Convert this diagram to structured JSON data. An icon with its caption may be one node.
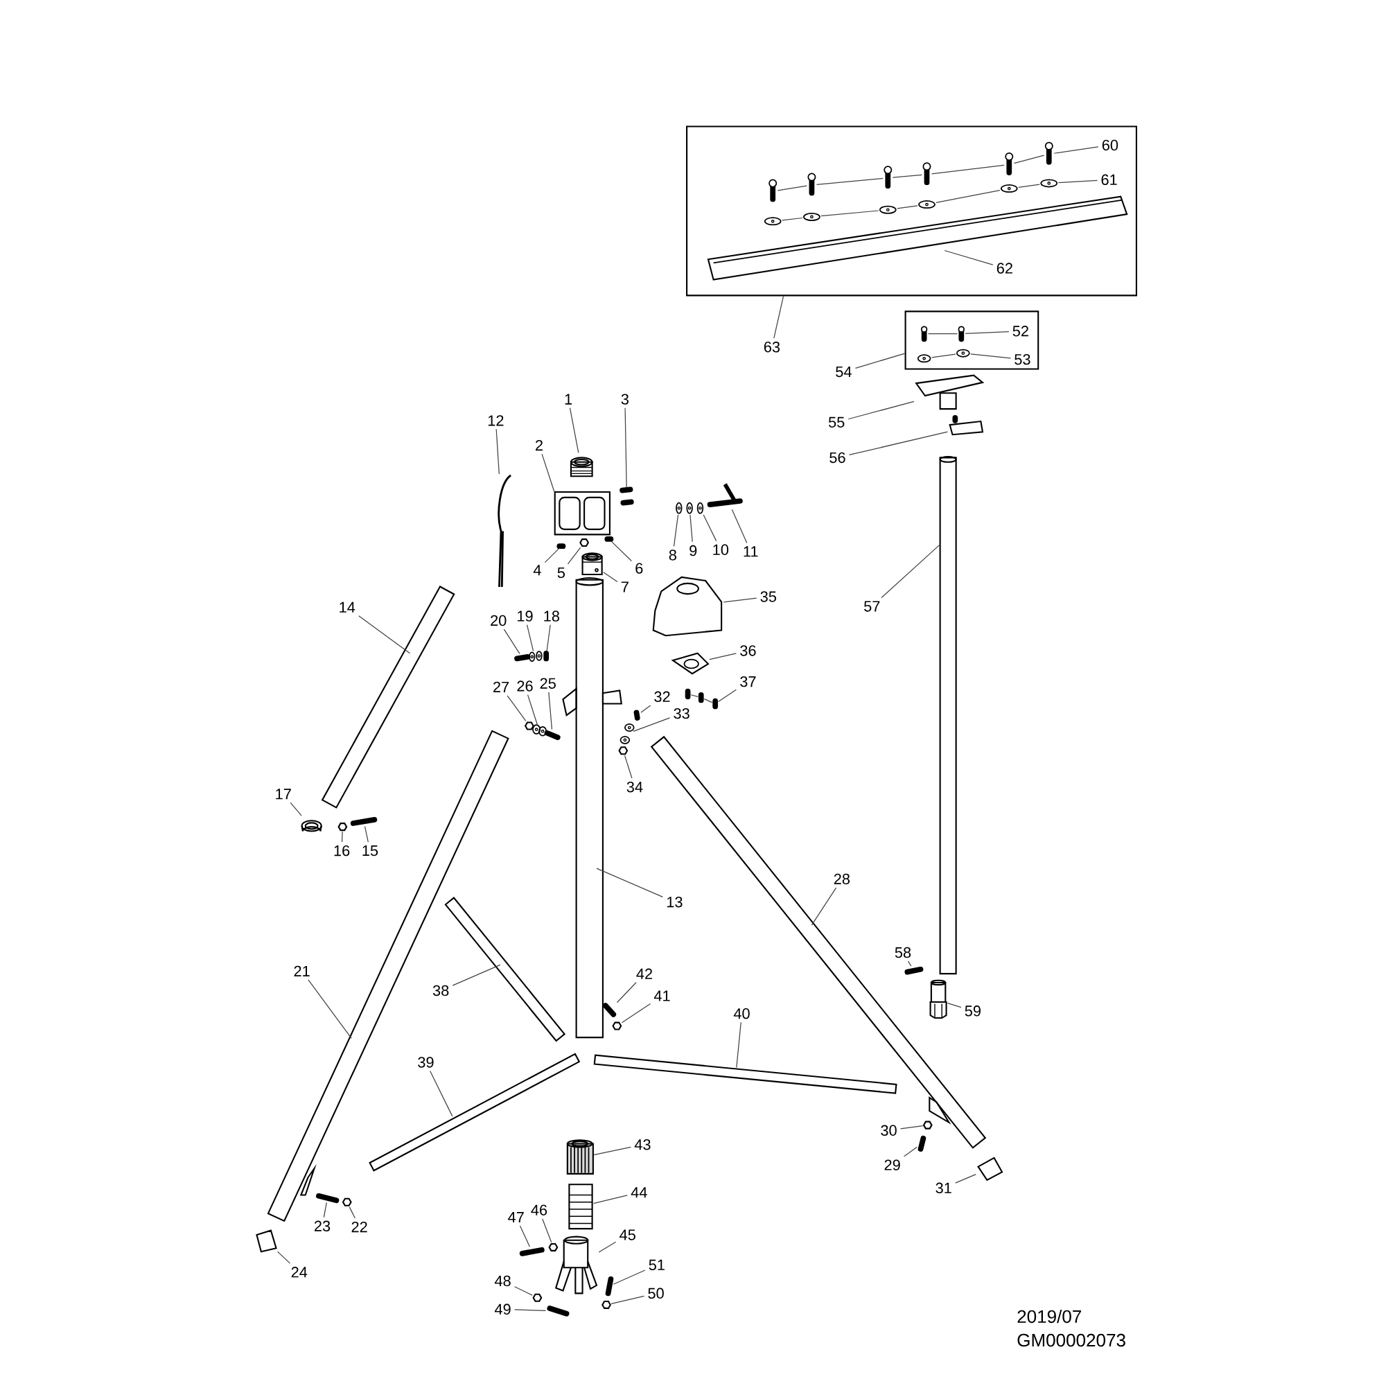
{
  "diagram": {
    "nodes": [
      {
        "text": [],
        "shape": "box"
      },
      {
        "text": [],
        "shape": "box"
      },
      {
        "text": [],
        "shape": "box"
      },
      {
        "text": [
          "1"
        ]
      },
      {
        "text": [
          "2"
        ]
      },
      {
        "text": [
          "3"
        ]
      },
      {
        "text": [
          "4"
        ]
      },
      {
        "text": [
          "5"
        ]
      },
      {
        "text": [
          "6"
        ]
      },
      {
        "text": [
          "7"
        ]
      },
      {
        "text": [
          "8"
        ]
      },
      {
        "text": [
          "9"
        ]
      },
      {
        "text": [
          "10"
        ]
      },
      {
        "text": [
          "11"
        ]
      },
      {
        "text": [
          "12"
        ]
      },
      {
        "text": [
          "13"
        ]
      },
      {
        "text": [
          "14"
        ]
      },
      {
        "text": [
          "15"
        ]
      },
      {
        "text": [
          "16"
        ]
      },
      {
        "text": [
          "17"
        ]
      },
      {
        "text": [
          "18"
        ]
      },
      {
        "text": [
          "19"
        ]
      },
      {
        "text": [
          "20"
        ]
      },
      {
        "text": [
          "21"
        ]
      },
      {
        "text": [
          "22"
        ]
      },
      {
        "text": [
          "23"
        ]
      },
      {
        "text": [
          "24"
        ]
      },
      {
        "text": [
          "25"
        ]
      },
      {
        "text": [
          "26"
        ]
      },
      {
        "text": [
          "27"
        ]
      },
      {
        "text": [
          "28"
        ]
      },
      {
        "text": [
          "29"
        ]
      },
      {
        "text": [
          "30"
        ]
      },
      {
        "text": [
          "31"
        ]
      },
      {
        "text": [
          "32"
        ]
      },
      {
        "text": [
          "33"
        ]
      },
      {
        "text": [
          "34"
        ]
      },
      {
        "text": [
          "35"
        ]
      },
      {
        "text": [
          "36"
        ]
      },
      {
        "text": [
          "37"
        ]
      },
      {
        "text": [
          "38"
        ]
      },
      {
        "text": [
          "39"
        ]
      },
      {
        "text": [
          "40"
        ]
      },
      {
        "text": [
          "41"
        ]
      },
      {
        "text": [
          "42"
        ]
      },
      {
        "text": [
          "43"
        ]
      },
      {
        "text": [
          "44"
        ]
      },
      {
        "text": [
          "45"
        ]
      },
      {
        "text": [
          "46"
        ]
      },
      {
        "text": [
          "47"
        ]
      },
      {
        "text": [
          "48"
        ]
      },
      {
        "text": [
          "49"
        ]
      },
      {
        "text": [
          "50"
        ]
      },
      {
        "text": [
          "51"
        ]
      },
      {
        "text": [
          "52"
        ],
        "in": 1
      },
      {
        "text": [
          "53"
        ],
        "in": 1
      },
      {
        "text": [
          "54"
        ]
      },
      {
        "text": [
          "55"
        ]
      },
      {
        "text": [
          "56"
        ]
      },
      {
        "text": [
          "57"
        ]
      },
      {
        "text": [
          "58"
        ]
      },
      {
        "text": [
          "59"
        ]
      },
      {
        "text": [
          "60"
        ],
        "in": 0
      },
      {
        "text": [
          "61"
        ],
        "in": 0
      },
      {
        "text": [
          "62"
        ],
        "in": 0
      },
      {
        "text": [
          "63"
        ]
      },
      {
        "text": [],
        "shape": "picture"
      },
      {
        "text": [],
        "shape": "picture"
      },
      {
        "text": [],
        "shape": "picture"
      },
      {
        "text": [],
        "shape": "picture"
      },
      {
        "text": [],
        "shape": "picture"
      },
      {
        "text": [],
        "shape": "picture"
      },
      {
        "text": [],
        "shape": "picture"
      },
      {
        "text": [],
        "shape": "picture"
      },
      {
        "text": [],
        "shape": "picture"
      },
      {
        "text": [],
        "shape": "picture"
      },
      {
        "text": [],
        "shape": "picture"
      },
      {
        "text": [],
        "shape": "picture"
      },
      {
        "text": [],
        "shape": "picture"
      },
      {
        "text": [],
        "shape": "picture"
      },
      {
        "text": [],
        "shape": "picture"
      },
      {
        "text": [],
        "shape": "picture"
      },
      {
        "text": [],
        "shape": "picture"
      },
      {
        "text": [],
        "shape": "picture"
      },
      {
        "text": [],
        "shape": "picture"
      },
      {
        "text": [],
        "shape": "picture"
      },
      {
        "text": [],
        "shape": "picture"
      },
      {
        "text": [],
        "shape": "picture"
      },
      {
        "text": [],
        "shape": "picture"
      },
      {
        "text": [],
        "shape": "picture"
      },
      {
        "text": [],
        "shape": "picture"
      },
      {
        "text": [],
        "shape": "picture"
      },
      {
        "text": [],
        "shape": "picture"
      },
      {
        "text": [],
        "shape": "picture"
      },
      {
        "text": [],
        "shape": "picture"
      },
      {
        "text": [],
        "shape": "picture"
      },
      {
        "text": [],
        "shape": "picture"
      },
      {
        "text": [],
        "shape": "picture"
      },
      {
        "text": [],
        "shape": "picture"
      },
      {
        "text": [],
        "shape": "picture"
      },
      {
        "text": [],
        "shape": "picture"
      },
      {
        "text": [],
        "shape": "picture"
      },
      {
        "text": [],
        "shape": "picture"
      },
      {
        "text": [],
        "shape": "picture"
      },
      {
        "text": [],
        "shape": "picture"
      },
      {
        "text": [],
        "shape": "picture"
      },
      {
        "text": [],
        "shape": "picture"
      },
      {
        "text": [],
        "shape": "picture"
      },
      {
        "text": [],
        "shape": "picture"
      },
      {
        "text": [],
        "shape": "picture"
      },
      {
        "text": [],
        "shape": "picture"
      },
      {
        "text": [],
        "shape": "picture",
        "in": 1
      },
      {
        "text": [],
        "shape": "picture",
        "in": 1
      },
      {
        "text": [],
        "shape": "picture",
        "in": 1
      },
      {
        "text": [],
        "shape": "picture",
        "in": 1
      },
      {
        "text": [],
        "shape": "picture"
      },
      {
        "text": [],
        "shape": "picture"
      },
      {
        "text": [],
        "shape": "picture"
      },
      {
        "text": [],
        "shape": "picture"
      },
      {
        "text": [],
        "shape": "picture",
        "in": 0
      },
      {
        "text": [],
        "shape": "picture",
        "in": 0
      },
      {
        "text": [],
        "shape": "picture",
        "in": 0
      },
      {
        "text": [],
        "shape": "picture",
        "in": 0
      },
      {
        "text": [],
        "shape": "picture",
        "in": 0
      },
      {
        "text": [],
        "shape": "picture",
        "in": 0
      },
      {
        "text": [],
        "shape": "picture",
        "in": 0
      },
      {
        "text": [],
        "shape": "picture",
        "in": 0
      },
      {
        "text": [],
        "shape": "picture",
        "in": 0
      },
      {
        "text": [],
        "shape": "picture",
        "in": 0
      },
      {
        "text": [],
        "shape": "picture",
        "in": 0
      },
      {
        "text": [],
        "shape": "picture",
        "in": 0
      }
    ],
    "edges": [
      {
        "from": 3,
        "to": 66,
        "arrow": "none"
      },
      {
        "from": 4,
        "to": 2,
        "arrow": "none"
      },
      {
        "from": 5,
        "to": 67,
        "arrow": "none"
      },
      {
        "from": 6,
        "to": 68,
        "arrow": "none"
      },
      {
        "from": 7,
        "to": 69,
        "arrow": "none"
      },
      {
        "from": 8,
        "to": 70,
        "arrow": "none"
      },
      {
        "from": 9,
        "to": 71,
        "arrow": "none"
      },
      {
        "from": 10,
        "to": 72,
        "arrow": "none"
      },
      {
        "from": 11,
        "to": 73,
        "arrow": "none"
      },
      {
        "from": 12,
        "to": 74,
        "arrow": "none"
      },
      {
        "from": 13,
        "to": 75,
        "arrow": "none"
      },
      {
        "from": 14,
        "to": 76,
        "arrow": "none"
      },
      {
        "from": 15,
        "to": null,
        "arrow": "none"
      },
      {
        "from": 16,
        "to": null,
        "arrow": "none"
      },
      {
        "from": 17,
        "to": 77,
        "arrow": "none"
      },
      {
        "from": 18,
        "to": 78,
        "arrow": "none"
      },
      {
        "from": 19,
        "to": 79,
        "arrow": "none"
      },
      {
        "from": 20,
        "to": 80,
        "arrow": "none"
      },
      {
        "from": 21,
        "to": 81,
        "arrow": "none"
      },
      {
        "from": 22,
        "to": 82,
        "arrow": "none"
      },
      {
        "from": 23,
        "to": null,
        "arrow": "none"
      },
      {
        "from": 24,
        "to": 83,
        "arrow": "none"
      },
      {
        "from": 25,
        "to": 84,
        "arrow": "none"
      },
      {
        "from": 26,
        "to": 85,
        "arrow": "none"
      },
      {
        "from": 27,
        "to": 86,
        "arrow": "none"
      },
      {
        "from": 28,
        "to": 87,
        "arrow": "none"
      },
      {
        "from": 29,
        "to": 88,
        "arrow": "none"
      },
      {
        "from": 30,
        "to": null,
        "arrow": "none"
      },
      {
        "from": 31,
        "to": 89,
        "arrow": "none"
      },
      {
        "from": 32,
        "to": 90,
        "arrow": "none"
      },
      {
        "from": 33,
        "to": 91,
        "arrow": "none"
      },
      {
        "from": 34,
        "to": 92,
        "arrow": "none"
      },
      {
        "from": 35,
        "to": 93,
        "arrow": "none"
      },
      {
        "from": 36,
        "to": 94,
        "arrow": "none"
      },
      {
        "from": 37,
        "to": 95,
        "arrow": "none"
      },
      {
        "from": 38,
        "to": 96,
        "arrow": "none"
      },
      {
        "from": 39,
        "to": 97,
        "arrow": "none"
      },
      {
        "from": 40,
        "to": null,
        "arrow": "none"
      },
      {
        "from": 41,
        "to": null,
        "arrow": "none"
      },
      {
        "from": 42,
        "to": null,
        "arrow": "none"
      },
      {
        "from": 43,
        "to": 100,
        "arrow": "none"
      },
      {
        "from": 44,
        "to": 101,
        "arrow": "none"
      },
      {
        "from": 45,
        "to": 102,
        "arrow": "none"
      },
      {
        "from": 46,
        "to": 103,
        "arrow": "none"
      },
      {
        "from": 47,
        "to": 104,
        "arrow": "none"
      },
      {
        "from": 48,
        "to": 105,
        "arrow": "none"
      },
      {
        "from": 49,
        "to": 106,
        "arrow": "none"
      },
      {
        "from": 50,
        "to": 107,
        "arrow": "none"
      },
      {
        "from": 51,
        "to": 108,
        "arrow": "none"
      },
      {
        "from": 52,
        "to": 109,
        "arrow": "none"
      },
      {
        "from": 53,
        "to": 110,
        "arrow": "none"
      },
      {
        "from": 54,
        "to": 111,
        "arrow": "none"
      },
      {
        "from": 55,
        "to": 113,
        "arrow": "none"
      },
      {
        "from": 56,
        "to": 1,
        "arrow": "none"
      },
      {
        "from": 57,
        "to": 115,
        "arrow": "none"
      },
      {
        "from": 58,
        "to": 116,
        "arrow": "none"
      },
      {
        "from": 59,
        "to": null,
        "arrow": "none"
      },
      {
        "from": 60,
        "to": 117,
        "arrow": "none"
      },
      {
        "from": 61,
        "to": 118,
        "arrow": "none"
      },
      {
        "from": 62,
        "to": 119,
        "arrow": "none"
      },
      {
        "from": 63,
        "to": 125,
        "arrow": "none"
      },
      {
        "from": 64,
        "to": null,
        "arrow": "none"
      },
      {
        "from": 65,
        "to": 0,
        "arrow": "none"
      },
      {
        "from": 97,
        "to": 98,
        "arrow": "none"
      },
      {
        "from": 98,
        "to": 99,
        "arrow": "none"
      },
      {
        "from": 111,
        "to": 112,
        "arrow": "none"
      },
      {
        "from": 113,
        "to": 114,
        "arrow": "none"
      },
      {
        "from": 119,
        "to": 120,
        "arrow": "none"
      },
      {
        "from": 120,
        "to": 121,
        "arrow": "none"
      },
      {
        "from": 121,
        "to": 122,
        "arrow": "none"
      },
      {
        "from": 122,
        "to": 123,
        "arrow": "none"
      },
      {
        "from": 123,
        "to": 124,
        "arrow": "none"
      },
      {
        "from": 125,
        "to": 126,
        "arrow": "none"
      },
      {
        "from": 126,
        "to": 127,
        "arrow": "none"
      },
      {
        "from": 127,
        "to": 128,
        "arrow": "none"
      },
      {
        "from": 128,
        "to": 129,
        "arrow": "none"
      },
      {
        "from": 129,
        "to": 130,
        "arrow": "none"
      }
    ],
    "labels": [
      "2019/07",
      "GM00002073"
    ]
  }
}
